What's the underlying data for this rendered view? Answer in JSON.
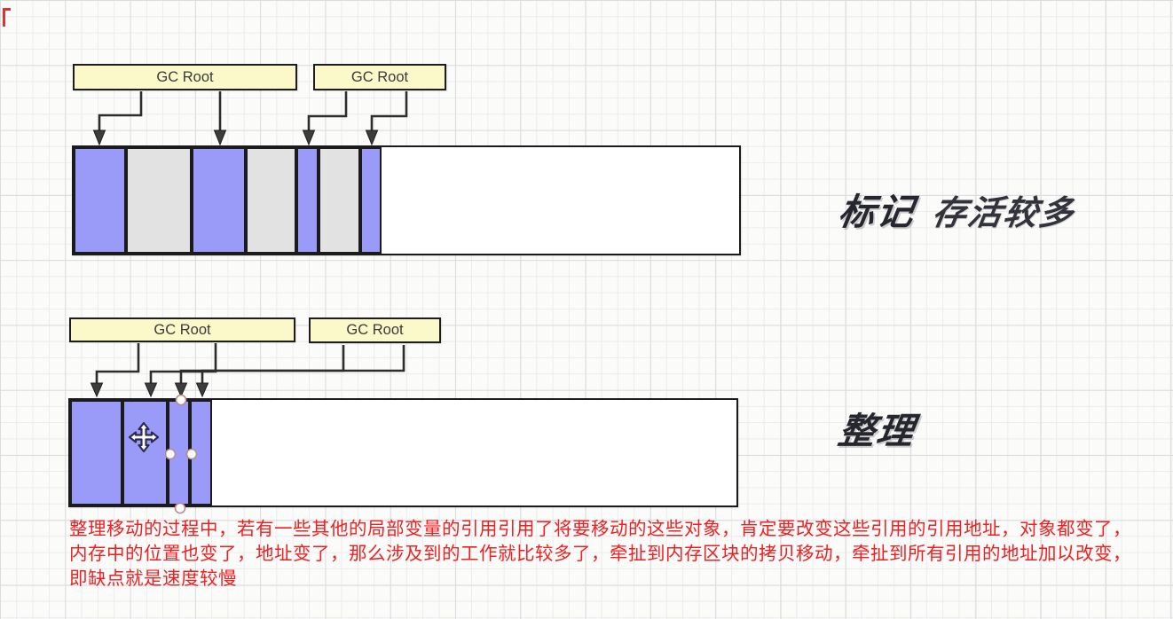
{
  "top_section": {
    "gc_root_boxes": [
      {
        "label": "GC Root"
      },
      {
        "label": "GC Root"
      }
    ],
    "caption": "标记",
    "caption_note": "存活较多",
    "segments": [
      "live",
      "dead",
      "live",
      "dead",
      "live",
      "dead",
      "live",
      "free"
    ]
  },
  "bottom_section": {
    "gc_root_boxes": [
      {
        "label": "GC Root"
      },
      {
        "label": "GC Root"
      }
    ],
    "caption": "整理",
    "segments": [
      "live",
      "live",
      "live",
      "live",
      "free"
    ]
  },
  "note": {
    "color": "#ee2022",
    "lines": [
      "整理移动的过程中，若有一些其他的局部变量的引用引用了将要移动的这些对象，肯定要改变这些引用的引用地址，对象都变了，",
      "内存中的位置也变了，地址变了，那么涉及到的工作就比较多了，牵扯到内存区块的拷贝移动，牵扯到所有引用的地址加以改变，",
      "即缺点就是速度较慢"
    ]
  },
  "colors": {
    "live_object": "#9a9af8",
    "dead_object": "#e2e2e2",
    "free_space": "#ffffff",
    "gc_root_fill": "#fbf8c9",
    "shape_border": "#1b1b1b",
    "note_red": "#ee2022",
    "caption_ink": "#26262e"
  }
}
